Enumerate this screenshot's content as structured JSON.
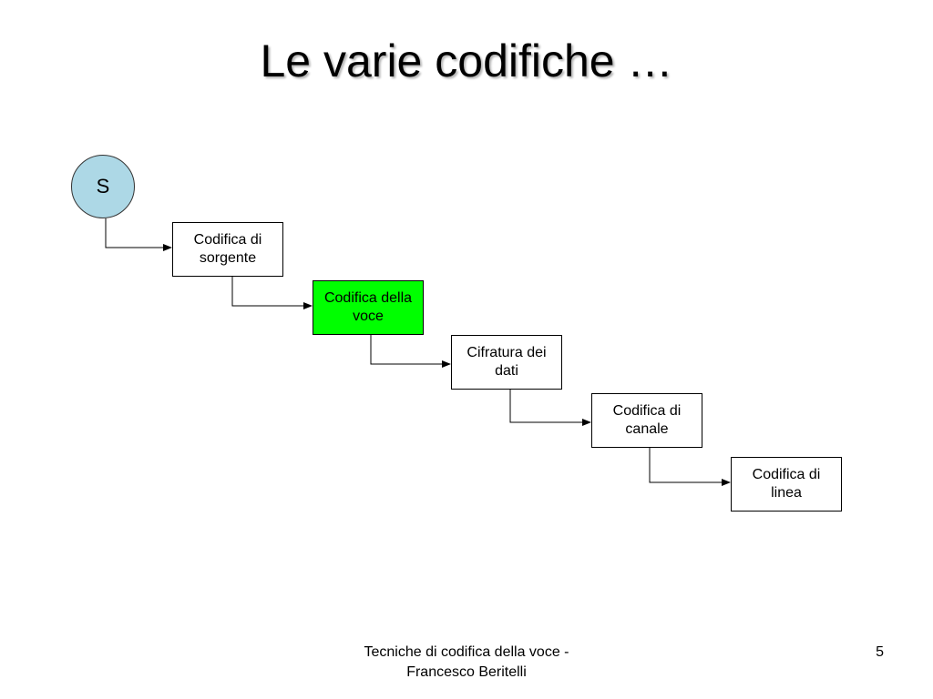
{
  "slide": {
    "title": "Le varie codifiche …",
    "source_label": "S",
    "steps": [
      {
        "label": "Codifica di sorgente",
        "highlight": false
      },
      {
        "label": "Codifica della voce",
        "highlight": true
      },
      {
        "label": "Cifratura dei dati",
        "highlight": false
      },
      {
        "label": "Codifica di canale",
        "highlight": false
      },
      {
        "label": "Codifica di linea",
        "highlight": false
      }
    ],
    "highlight_color": "#00ff00",
    "source_color": "#add8e6"
  },
  "footer": {
    "text_line1": "Tecniche di codifica della voce -",
    "text_line2": "Francesco Beritelli",
    "page_number": "5"
  }
}
